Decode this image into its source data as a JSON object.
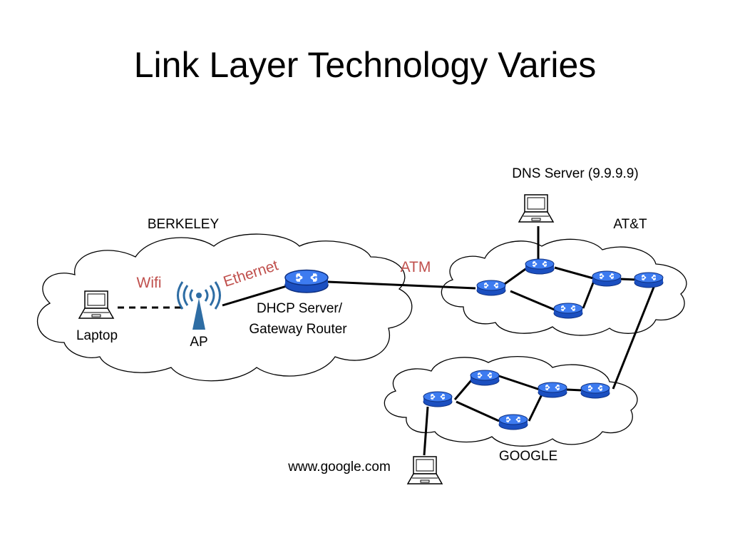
{
  "slide": {
    "title": "Link Layer Technology Varies"
  },
  "labels": {
    "berkeley": "BERKELEY",
    "att": "AT&T",
    "google": "GOOGLE",
    "dns_server": "DNS Server (9.9.9.9)",
    "laptop": "Laptop",
    "ap": "AP",
    "dhcp_line1": "DHCP Server/",
    "dhcp_line2": "Gateway Router",
    "google_host": "www.google.com"
  },
  "link_labels": {
    "wifi": "Wifi",
    "ethernet": "Ethernet",
    "atm": "ATM"
  },
  "colors": {
    "router_fill": "#1f5fe0",
    "router_top": "#3d7bf0",
    "antenna": "#2e6da4",
    "link_label": "#c0504d"
  },
  "icons": [
    "laptop-icon",
    "wifi-antenna-icon",
    "router-icon"
  ]
}
